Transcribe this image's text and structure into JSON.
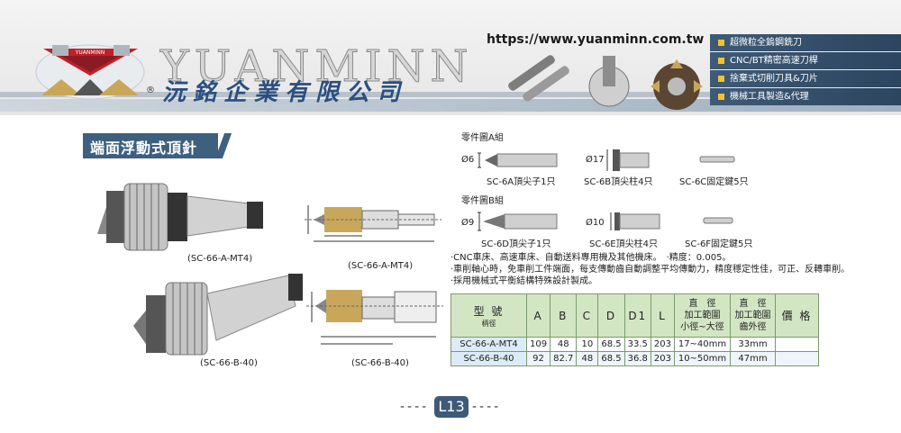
{
  "header": {
    "brand_name": "YUANMINN",
    "logo_text": "YUANMINN",
    "registered_mark": "®",
    "company_name": "沅銘企業有限公司",
    "url": "https://www.yuanminn.com.tw",
    "services": [
      "超微粒全鎢鋼銑刀",
      "CNC/BT精密高速刀桿",
      "捨棄式切削刀具&刀片",
      "機械工具製造&代理"
    ]
  },
  "section_title": "端面浮動式頂針",
  "products": [
    {
      "photo_caption": "(SC-66-A-MT4)",
      "drawing_caption": "(SC-66-A-MT4)"
    },
    {
      "photo_caption": "(SC-66-B-40)",
      "drawing_caption": "(SC-66-B-40)"
    }
  ],
  "parts": {
    "group_a_label": "零件圖A組",
    "group_b_label": "零件圖B組",
    "group_a": [
      {
        "dim": "Ø6",
        "label": "SC-6A頂尖子1只"
      },
      {
        "dim": "Ø17",
        "label": "SC-6B頂尖柱4只"
      },
      {
        "dim": "",
        "label": "SC-6C固定鍵5只"
      }
    ],
    "group_b": [
      {
        "dim": "Ø9",
        "label": "SC-6D頂尖子1只"
      },
      {
        "dim": "Ø10",
        "label": "SC-6E頂尖柱4只"
      },
      {
        "dim": "",
        "label": "SC-6F固定鍵5只"
      }
    ]
  },
  "features": [
    "‧CNC車床、高速車床、自動送料專用機及其他機床。　‧精度：0.005。",
    "‧車削軸心時，免車削工件端面，每支傳動齒自動調整平均傳動力，精度穩定性佳，可正、反轉車削。",
    "‧採用機械式平衡結構特殊設計製成。"
  ],
  "table": {
    "headers": {
      "model": "型 號",
      "model_sub": "柄徑",
      "A": "A",
      "B": "B",
      "C": "C",
      "D": "D",
      "D1": "D1",
      "L": "L",
      "range1_l1": "直　徑",
      "range1_l2": "加工範圍",
      "range1_l3": "小徑~大徑",
      "range2_l1": "直　徑",
      "range2_l2": "加工範圍",
      "range2_l3": "齒外徑",
      "price": "價 格"
    },
    "rows": [
      {
        "model": "SC-66-A-MT4",
        "A": "109",
        "B": "48",
        "C": "10",
        "D": "68.5",
        "D1": "33.5",
        "L": "203",
        "range1": "17~40mm",
        "range2": "33mm",
        "price": ""
      },
      {
        "model": "SC-66-B-40",
        "A": "92",
        "B": "82.7",
        "C": "48",
        "D": "68.5",
        "D1": "36.8",
        "L": "203",
        "range1": "10~50mm",
        "range2": "47mm",
        "price": ""
      }
    ]
  },
  "footer": {
    "page_number": "L13",
    "dash_left": "----",
    "dash_right": "----"
  },
  "colors": {
    "accent": "#3d607e",
    "table_header": "#d3e6c4",
    "gold": "#c9a75a"
  }
}
